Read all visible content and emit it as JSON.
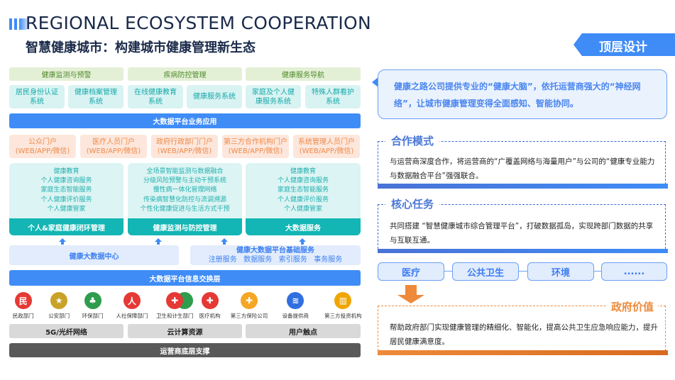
{
  "header": {
    "title_en": "REGIONAL ECOSYSTEM COOPERATION",
    "subtitle": "智慧健康城市：构建城市健康管理新生态"
  },
  "left": {
    "categories": [
      "健康监测与预警",
      "疾病防控管理",
      "健康服务导航"
    ],
    "systems": [
      "居民身份认证\n系统",
      "健康档案管理\n系统",
      "在线健康教育\n系统",
      "健康服务系统",
      "家庭及个人健\n康服务系统",
      "特殊人群看护\n系统"
    ],
    "app_bar": "大数据平台业务应用",
    "portals": [
      {
        "name": "公众门户",
        "sub": "(WEB/APP/微信)"
      },
      {
        "name": "医疗人员门户",
        "sub": "(WEB/APP/微信)"
      },
      {
        "name": "政府行政部门门户",
        "sub": "(WEB/APP/微信)"
      },
      {
        "name": "第三方合作机构门户",
        "sub": "(WEB/APP/微信)"
      },
      {
        "name": "系统管理人员门户",
        "sub": "(WEB/APP/微信)"
      }
    ],
    "services": [
      {
        "items": "健康教育\n个人健康咨询服务\n家庭生态智能服务\n个人健康评价服务\n个人健康管家",
        "title": "个人&家庭健康闭环管理"
      },
      {
        "items": "全场景智能监测与数据融合\n分级风险预警与主动干预系统\n慢性病一体化管理网络\n传染病智慧化防控与流调溯源\n个性化健康促进与生活方式干预",
        "title": "健康监测与防控管理"
      },
      {
        "items": "健康教育\n个人健康咨询服务\n家庭生态智能服务\n个人健康评价服务\n个人健康管家",
        "title": "大数据服务"
      }
    ],
    "data_center": "健康大数据中心",
    "base_service": {
      "title": "健康大数据平台基础服务",
      "items": "注册服务   数据服务   索引服务   事务服务"
    },
    "exchange_bar": "大数据平台信息交换层",
    "partners": [
      {
        "icon": "civil-affairs-emblem",
        "label": "民政部门",
        "color": "#e53935"
      },
      {
        "icon": "police-emblem",
        "label": "公安部门",
        "color": "#c9a227"
      },
      {
        "icon": "environment-emblem",
        "label": "环保部门",
        "color": "#2e9d4e"
      },
      {
        "icon": "social-security-emblem",
        "label": "人社保障部门",
        "color": "#e53935"
      },
      {
        "icon": "health-commission-emblem",
        "label": "卫生和计生部门",
        "color": "#e53935"
      },
      {
        "icon": "hospital-cross-icon",
        "label": "医疗机构",
        "color": "#e53935"
      },
      {
        "icon": "insurance-shield-icon",
        "label": "第三方保险公司",
        "color": "#f5a623"
      },
      {
        "icon": "router-icon",
        "label": "设备提供商",
        "color": "#2f6fe0"
      },
      {
        "icon": "bank-building-icon",
        "label": "第三方投资机构",
        "color": "#f0a500"
      }
    ],
    "infra": [
      "5G/光纤网络",
      "云计算资源",
      "用户触点"
    ],
    "bottom_bar": "运营商底层支撑"
  },
  "right": {
    "tag": "顶层设计",
    "callout": "健康之路公司提供专业的“健康大脑”，依托运营商强大的“神经网络”，让城市健康管理变得全面感知、智能协同。",
    "coop": {
      "title": "合作模式",
      "body": "与运营商深度合作，将运营商的“广覆盖网络与海量用户”与公司的“健康专业能力与数据融合平台”强强联合。"
    },
    "task": {
      "title": "核心任务",
      "body": "共同搭建 “智慧健康城市综合管理平台”，打破数据孤岛，实现跨部门数据的共享与互联互通。"
    },
    "domains": [
      "医疗",
      "公共卫生",
      "环境",
      "......"
    ],
    "gov": {
      "title": "政府价值",
      "body": "帮助政府部门实现健康管理的精细化、智能化，提高公共卫生应急响应能力，提升居民健康满意度。"
    }
  },
  "colors": {
    "primary": "#3f8cf7",
    "teal": "#13b6b4",
    "orange": "#ee8a3a"
  }
}
